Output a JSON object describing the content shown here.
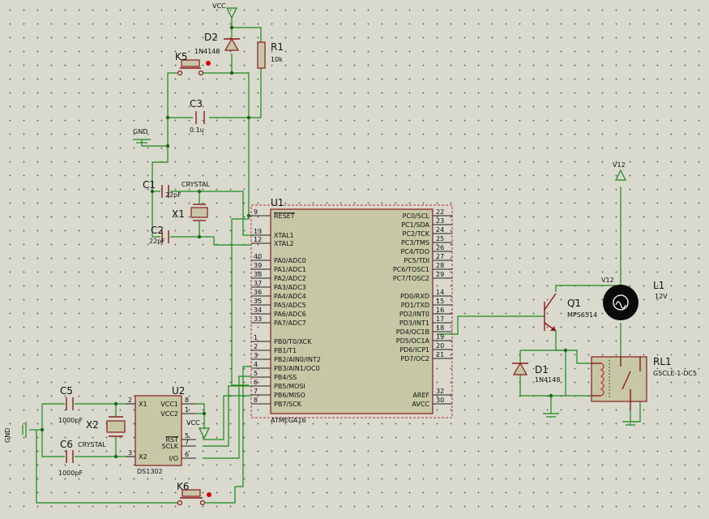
{
  "power": {
    "vcc": "VCC",
    "gnd": "GND",
    "v12": "V12"
  },
  "components": {
    "d2": {
      "ref": "D2",
      "value": "1N4148"
    },
    "r1": {
      "ref": "R1",
      "value": "10k"
    },
    "k5": {
      "ref": "K5"
    },
    "k6": {
      "ref": "K6"
    },
    "c3": {
      "ref": "C3",
      "value": "0.1u"
    },
    "c1": {
      "ref": "C1",
      "value": "22pF"
    },
    "c2": {
      "ref": "C2",
      "value": "22pF"
    },
    "x1": {
      "ref": "X1",
      "value": "CRYSTAL"
    },
    "c5": {
      "ref": "C5",
      "value": "1000pF"
    },
    "c6": {
      "ref": "C6",
      "value": "1000pF"
    },
    "x2": {
      "ref": "X2",
      "value": "CRYSTAL"
    },
    "q1": {
      "ref": "Q1",
      "value": "MPS6514"
    },
    "l1": {
      "ref": "L1",
      "value": "12V"
    },
    "d1": {
      "ref": "D1",
      "value": "1N4148"
    },
    "rl1": {
      "ref": "RL1",
      "value": "G5CLE-1-DC5"
    }
  },
  "u1": {
    "ref": "U1",
    "part": "ATMEGA16",
    "left_pins": [
      {
        "num": "9",
        "name": "RESET"
      },
      {
        "num": "13",
        "name": "XTAL1"
      },
      {
        "num": "12",
        "name": "XTAL2"
      },
      {
        "num": "40",
        "name": "PA0/ADC0"
      },
      {
        "num": "39",
        "name": "PA1/ADC1"
      },
      {
        "num": "38",
        "name": "PA2/ADC2"
      },
      {
        "num": "37",
        "name": "PA3/ADC3"
      },
      {
        "num": "36",
        "name": "PA4/ADC4"
      },
      {
        "num": "35",
        "name": "PA5/ADC5"
      },
      {
        "num": "34",
        "name": "PA6/ADC6"
      },
      {
        "num": "33",
        "name": "PA7/ADC7"
      },
      {
        "num": "1",
        "name": "PB0/T0/XCK"
      },
      {
        "num": "2",
        "name": "PB1/T1"
      },
      {
        "num": "3",
        "name": "PB2/AIN0/INT2"
      },
      {
        "num": "4",
        "name": "PB3/AIN1/OC0"
      },
      {
        "num": "5",
        "name": "PB4/SS"
      },
      {
        "num": "6",
        "name": "PB5/MOSI"
      },
      {
        "num": "7",
        "name": "PB6/MISO"
      },
      {
        "num": "8",
        "name": "PB7/SCK"
      }
    ],
    "right_pins": [
      {
        "num": "22",
        "name": "PC0/SCL"
      },
      {
        "num": "23",
        "name": "PC1/SDA"
      },
      {
        "num": "24",
        "name": "PC2/TCK"
      },
      {
        "num": "25",
        "name": "PC3/TMS"
      },
      {
        "num": "26",
        "name": "PC4/TDO"
      },
      {
        "num": "27",
        "name": "PC5/TDI"
      },
      {
        "num": "28",
        "name": "PC6/TOSC1"
      },
      {
        "num": "29",
        "name": "PC7/TOSC2"
      },
      {
        "num": "14",
        "name": "PD0/RXD"
      },
      {
        "num": "15",
        "name": "PD1/TXD"
      },
      {
        "num": "16",
        "name": "PD2/INT0"
      },
      {
        "num": "17",
        "name": "PD3/INT1"
      },
      {
        "num": "18",
        "name": "PD4/OC1B"
      },
      {
        "num": "19",
        "name": "PD5/OC1A"
      },
      {
        "num": "20",
        "name": "PD6/ICP1"
      },
      {
        "num": "21",
        "name": "PD7/OC2"
      },
      {
        "num": "32",
        "name": "AREF"
      },
      {
        "num": "30",
        "name": "AVCC"
      }
    ]
  },
  "u2": {
    "ref": "U2",
    "part": "DS1302",
    "left_pins": [
      {
        "num": "2",
        "name": "X1"
      },
      {
        "num": "3",
        "name": "X2"
      }
    ],
    "right_pins": [
      {
        "num": "8",
        "name": "VCC1"
      },
      {
        "num": "1",
        "name": "VCC2"
      },
      {
        "num": "5",
        "name": "RST"
      },
      {
        "num": "7",
        "name": "SCLK"
      },
      {
        "num": "6",
        "name": "I/O"
      }
    ]
  }
}
